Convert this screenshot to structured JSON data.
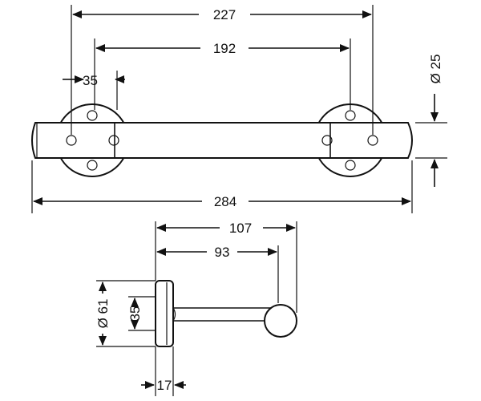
{
  "dimensions": {
    "top_227": "227",
    "top_192": "192",
    "top_35": "35",
    "diameter_25": "Ø 25",
    "length_284": "284",
    "side_107": "107",
    "side_93": "93",
    "diameter_61": "Ø 61",
    "side_35": "35",
    "side_17": "17"
  }
}
